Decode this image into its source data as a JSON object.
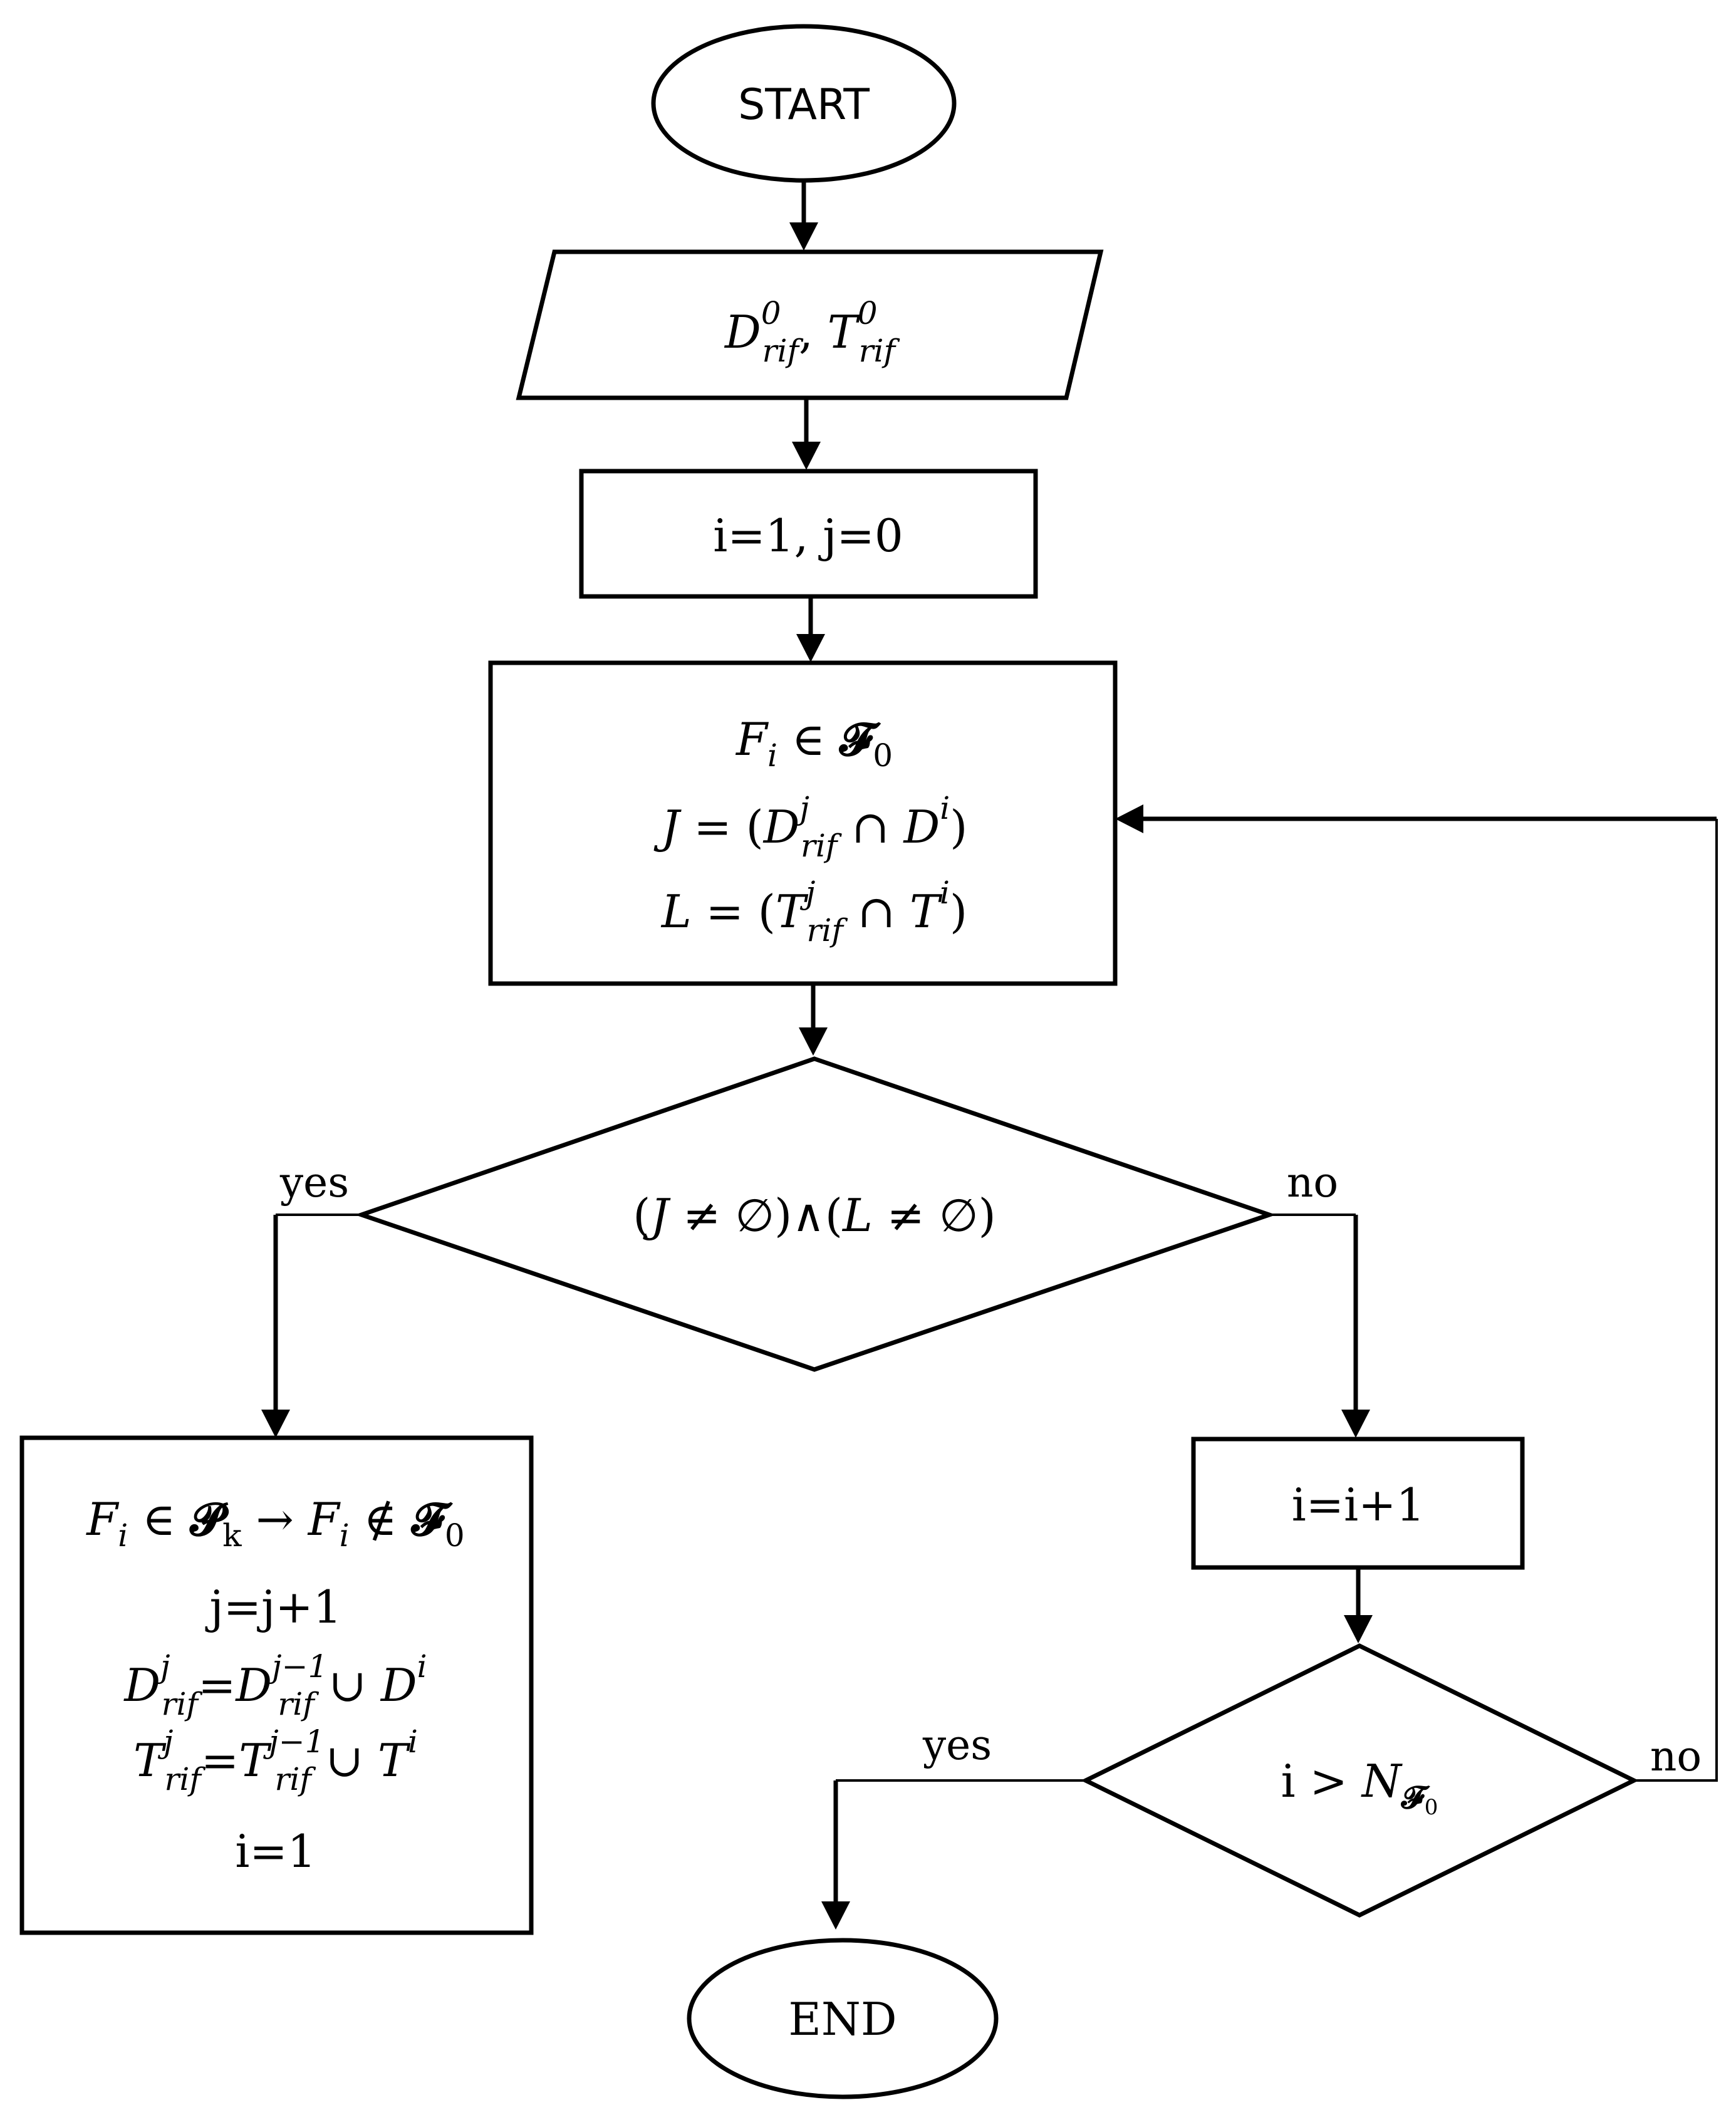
{
  "nodes": {
    "start": "START",
    "input": {
      "d_base": "D",
      "d_sup": "0",
      "d_sub": "rif",
      "sep": ", ",
      "t_base": "T",
      "t_sup": "0",
      "t_sub": "rif"
    },
    "init": "i=1, j=0",
    "compute": {
      "line1": {
        "f": "F",
        "f_sub": "i",
        "op": " ∈ ",
        "set": "𝓕",
        "set_sub": "0"
      },
      "line2": {
        "lhs": "J",
        "eq": " = (",
        "d": "D",
        "d_sup": "j",
        "d_sub": "rif",
        "cap": " ∩ ",
        "d2": "D",
        "d2_sup": "i",
        "close": ")"
      },
      "line3": {
        "lhs": "L",
        "eq": " = (",
        "t": "T",
        "t_sup": "j",
        "t_sub": "rif",
        "cap": " ∩ ",
        "t2": "T",
        "t2_sup": "i",
        "close": ")"
      }
    },
    "decision1": {
      "p1": "(",
      "j": "J",
      "ne1": " ≠ ∅)∧(",
      "l": "L",
      "ne2": " ≠ ∅)"
    },
    "update": {
      "line1": {
        "f": "F",
        "f_sub": "i",
        "op1": " ∈ ",
        "p": "𝓟",
        "p_sub": "k",
        "arrow": " → ",
        "f2": "F",
        "f2_sub": "i",
        "op2": " ∉ ",
        "set": "𝓕",
        "set_sub": "0"
      },
      "line2": "j=j+1",
      "line3": {
        "d": "D",
        "d_sup": "j",
        "d_sub": "rif",
        "eq": "=",
        "d2": "D",
        "d2_sup": "j−1",
        "d2_sub": "rif",
        "cup": " ∪ ",
        "d3": "D",
        "d3_sup": "i"
      },
      "line4": {
        "t": "T",
        "t_sup": "j",
        "t_sub": "rif",
        "eq": "=",
        "t2": "T",
        "t2_sup": "j−1",
        "t2_sub": "rif",
        "cup": " ∪ ",
        "t3": "T",
        "t3_sup": "i"
      },
      "line5": "i=1"
    },
    "increment": "i=i+1",
    "decision2": {
      "i": "i > ",
      "n": "N",
      "n_sub": "𝓕",
      "n_sub2": "0"
    },
    "end": "END"
  },
  "edge_labels": {
    "d1_yes": "yes",
    "d1_no": "no",
    "d2_yes": "yes",
    "d2_no": "no"
  }
}
